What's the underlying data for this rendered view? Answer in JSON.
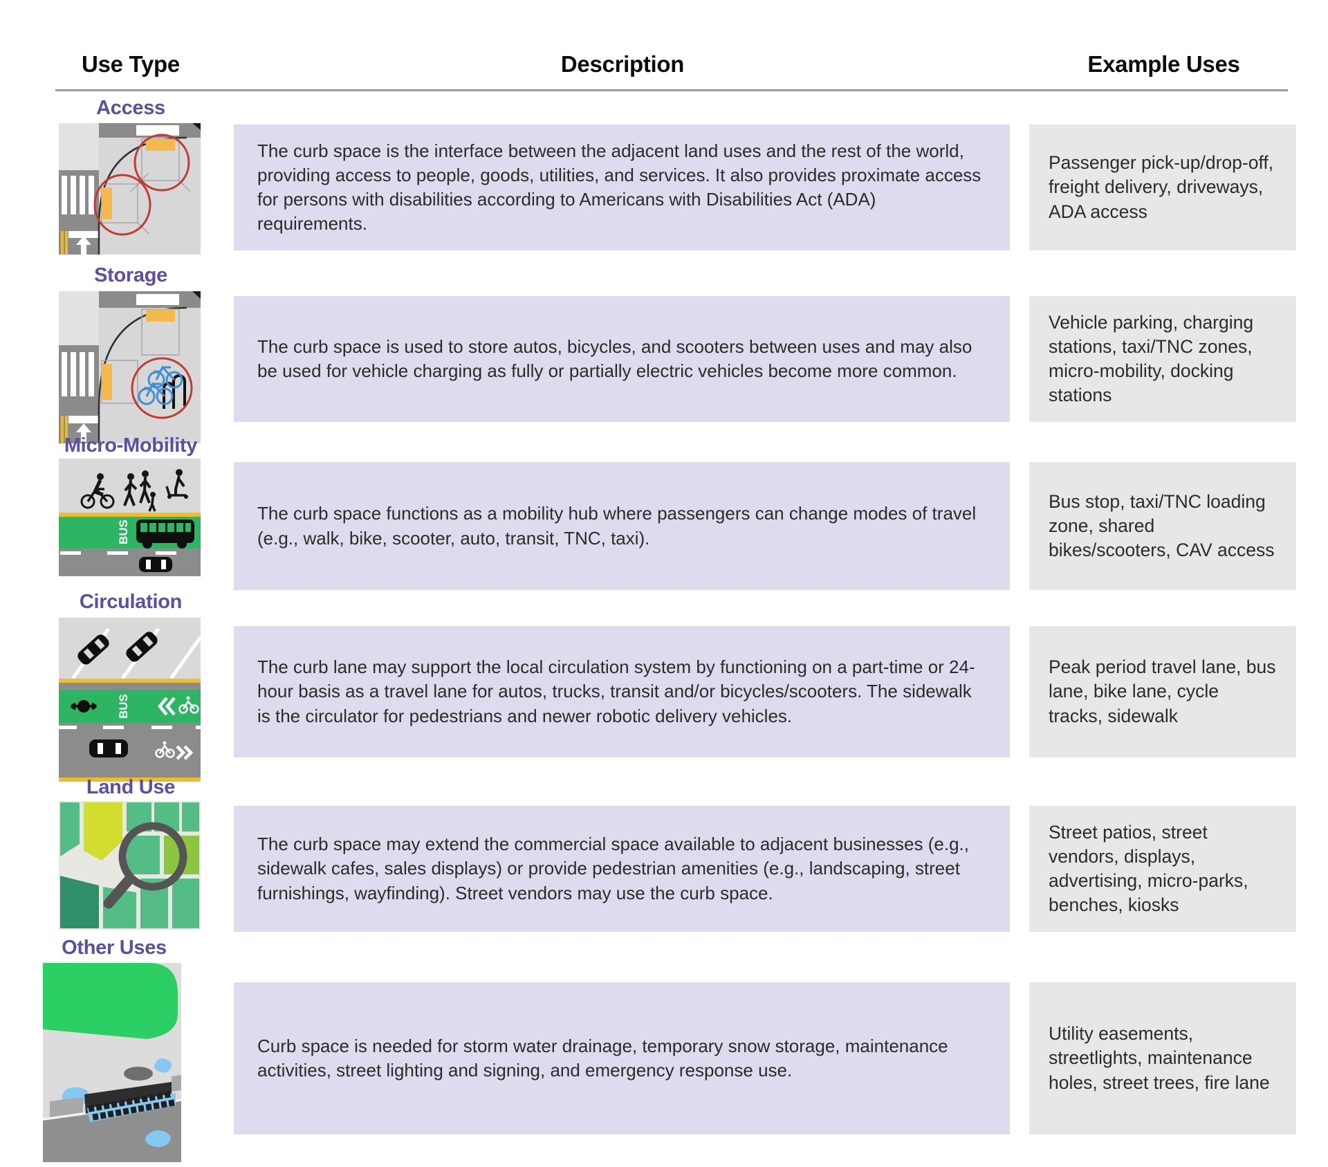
{
  "header": {
    "use_type": "Use Type",
    "description": "Description",
    "example_uses": "Example Uses"
  },
  "colors": {
    "label_purple": "#5b4ea3",
    "description_box_bg": "#dddcee",
    "example_box_bg": "#e7e7e9",
    "bus_lane_green": "#2db564",
    "curb_yellow": "#eebc2d",
    "highlight_circle_red": "#c13b33"
  },
  "rows": [
    {
      "label": "Access",
      "description": "The curb space is the interface between the adjacent land uses and the rest of the world, providing access to people, goods, utilities, and services. It also provides proximate access for persons with disabilities according to Americans with Disabilities Act (ADA) requirements.",
      "examples": "Passenger pick-up/drop-off, freight delivery, driveways, ADA access"
    },
    {
      "label": "Storage",
      "description": "The curb space is used to store autos, bicycles, and scooters between uses and may also be used for vehicle charging as fully or partially electric vehicles become more common.",
      "examples": "Vehicle parking, charging stations, taxi/TNC zones, micro-mobility, docking stations"
    },
    {
      "label": "Micro-Mobility",
      "description": "The curb space functions as a mobility hub where passengers can change modes of travel (e.g., walk, bike, scooter, auto, transit, TNC, taxi).",
      "examples": "Bus stop, taxi/TNC loading zone, shared bikes/scooters, CAV access",
      "lane_label": "BUS"
    },
    {
      "label": "Circulation",
      "description": "The curb lane may support the local circulation system by functioning on a part-time or 24-hour basis as a travel lane for autos, trucks, transit and/or bicycles/scooters. The sidewalk is the circulator for pedestrians and newer robotic delivery vehicles.",
      "examples": "Peak period travel lane, bus lane, bike lane, cycle tracks, sidewalk",
      "lane_label": "BUS"
    },
    {
      "label": "Land Use",
      "description": "The curb space may extend the commercial space available to adjacent businesses (e.g., sidewalk cafes, sales displays) or provide pedestrian amenities (e.g., landscaping, street furnishings, wayfinding). Street vendors may use the curb space.",
      "examples": "Street patios, street vendors, displays, advertising, micro-parks, benches, kiosks"
    },
    {
      "label": "Other Uses",
      "description": "Curb space is needed for storm water drainage, temporary snow storage, maintenance activities, street lighting and signing, and emergency response use.",
      "examples": "Utility easements, streetlights, maintenance holes, street trees, fire lane"
    }
  ]
}
